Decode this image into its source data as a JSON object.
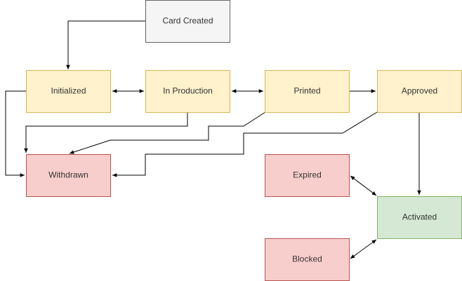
{
  "diagram": {
    "nodes": {
      "card_created": {
        "label": "Card Created",
        "fill": "#f5f5f5",
        "stroke": "#666666"
      },
      "initialized": {
        "label": "Initialized",
        "fill": "#fff2cc",
        "stroke": "#d6b656"
      },
      "in_production": {
        "label": "In Production",
        "fill": "#fff2cc",
        "stroke": "#d6b656"
      },
      "printed": {
        "label": "Printed",
        "fill": "#fff2cc",
        "stroke": "#d6b656"
      },
      "approved": {
        "label": "Approved",
        "fill": "#fff2cc",
        "stroke": "#d6b656"
      },
      "withdrawn": {
        "label": "Withdrawn",
        "fill": "#f8cecc",
        "stroke": "#b85450"
      },
      "expired": {
        "label": "Expired",
        "fill": "#f8cecc",
        "stroke": "#b85450"
      },
      "activated": {
        "label": "Activated",
        "fill": "#d5e8d4",
        "stroke": "#82b366"
      },
      "blocked": {
        "label": "Blocked",
        "fill": "#f8cecc",
        "stroke": "#b85450"
      }
    },
    "edges": [
      {
        "from": "card_created",
        "to": "initialized",
        "direction": "forward"
      },
      {
        "from": "initialized",
        "to": "in_production",
        "direction": "both"
      },
      {
        "from": "in_production",
        "to": "printed",
        "direction": "both"
      },
      {
        "from": "printed",
        "to": "approved",
        "direction": "forward"
      },
      {
        "from": "initialized",
        "to": "withdrawn",
        "direction": "forward"
      },
      {
        "from": "in_production",
        "to": "withdrawn",
        "direction": "forward"
      },
      {
        "from": "printed",
        "to": "withdrawn",
        "direction": "forward"
      },
      {
        "from": "approved",
        "to": "withdrawn",
        "direction": "forward"
      },
      {
        "from": "approved",
        "to": "activated",
        "direction": "forward"
      },
      {
        "from": "expired",
        "to": "activated",
        "direction": "both"
      },
      {
        "from": "blocked",
        "to": "activated",
        "direction": "both"
      }
    ],
    "edge_color": "#000000"
  }
}
